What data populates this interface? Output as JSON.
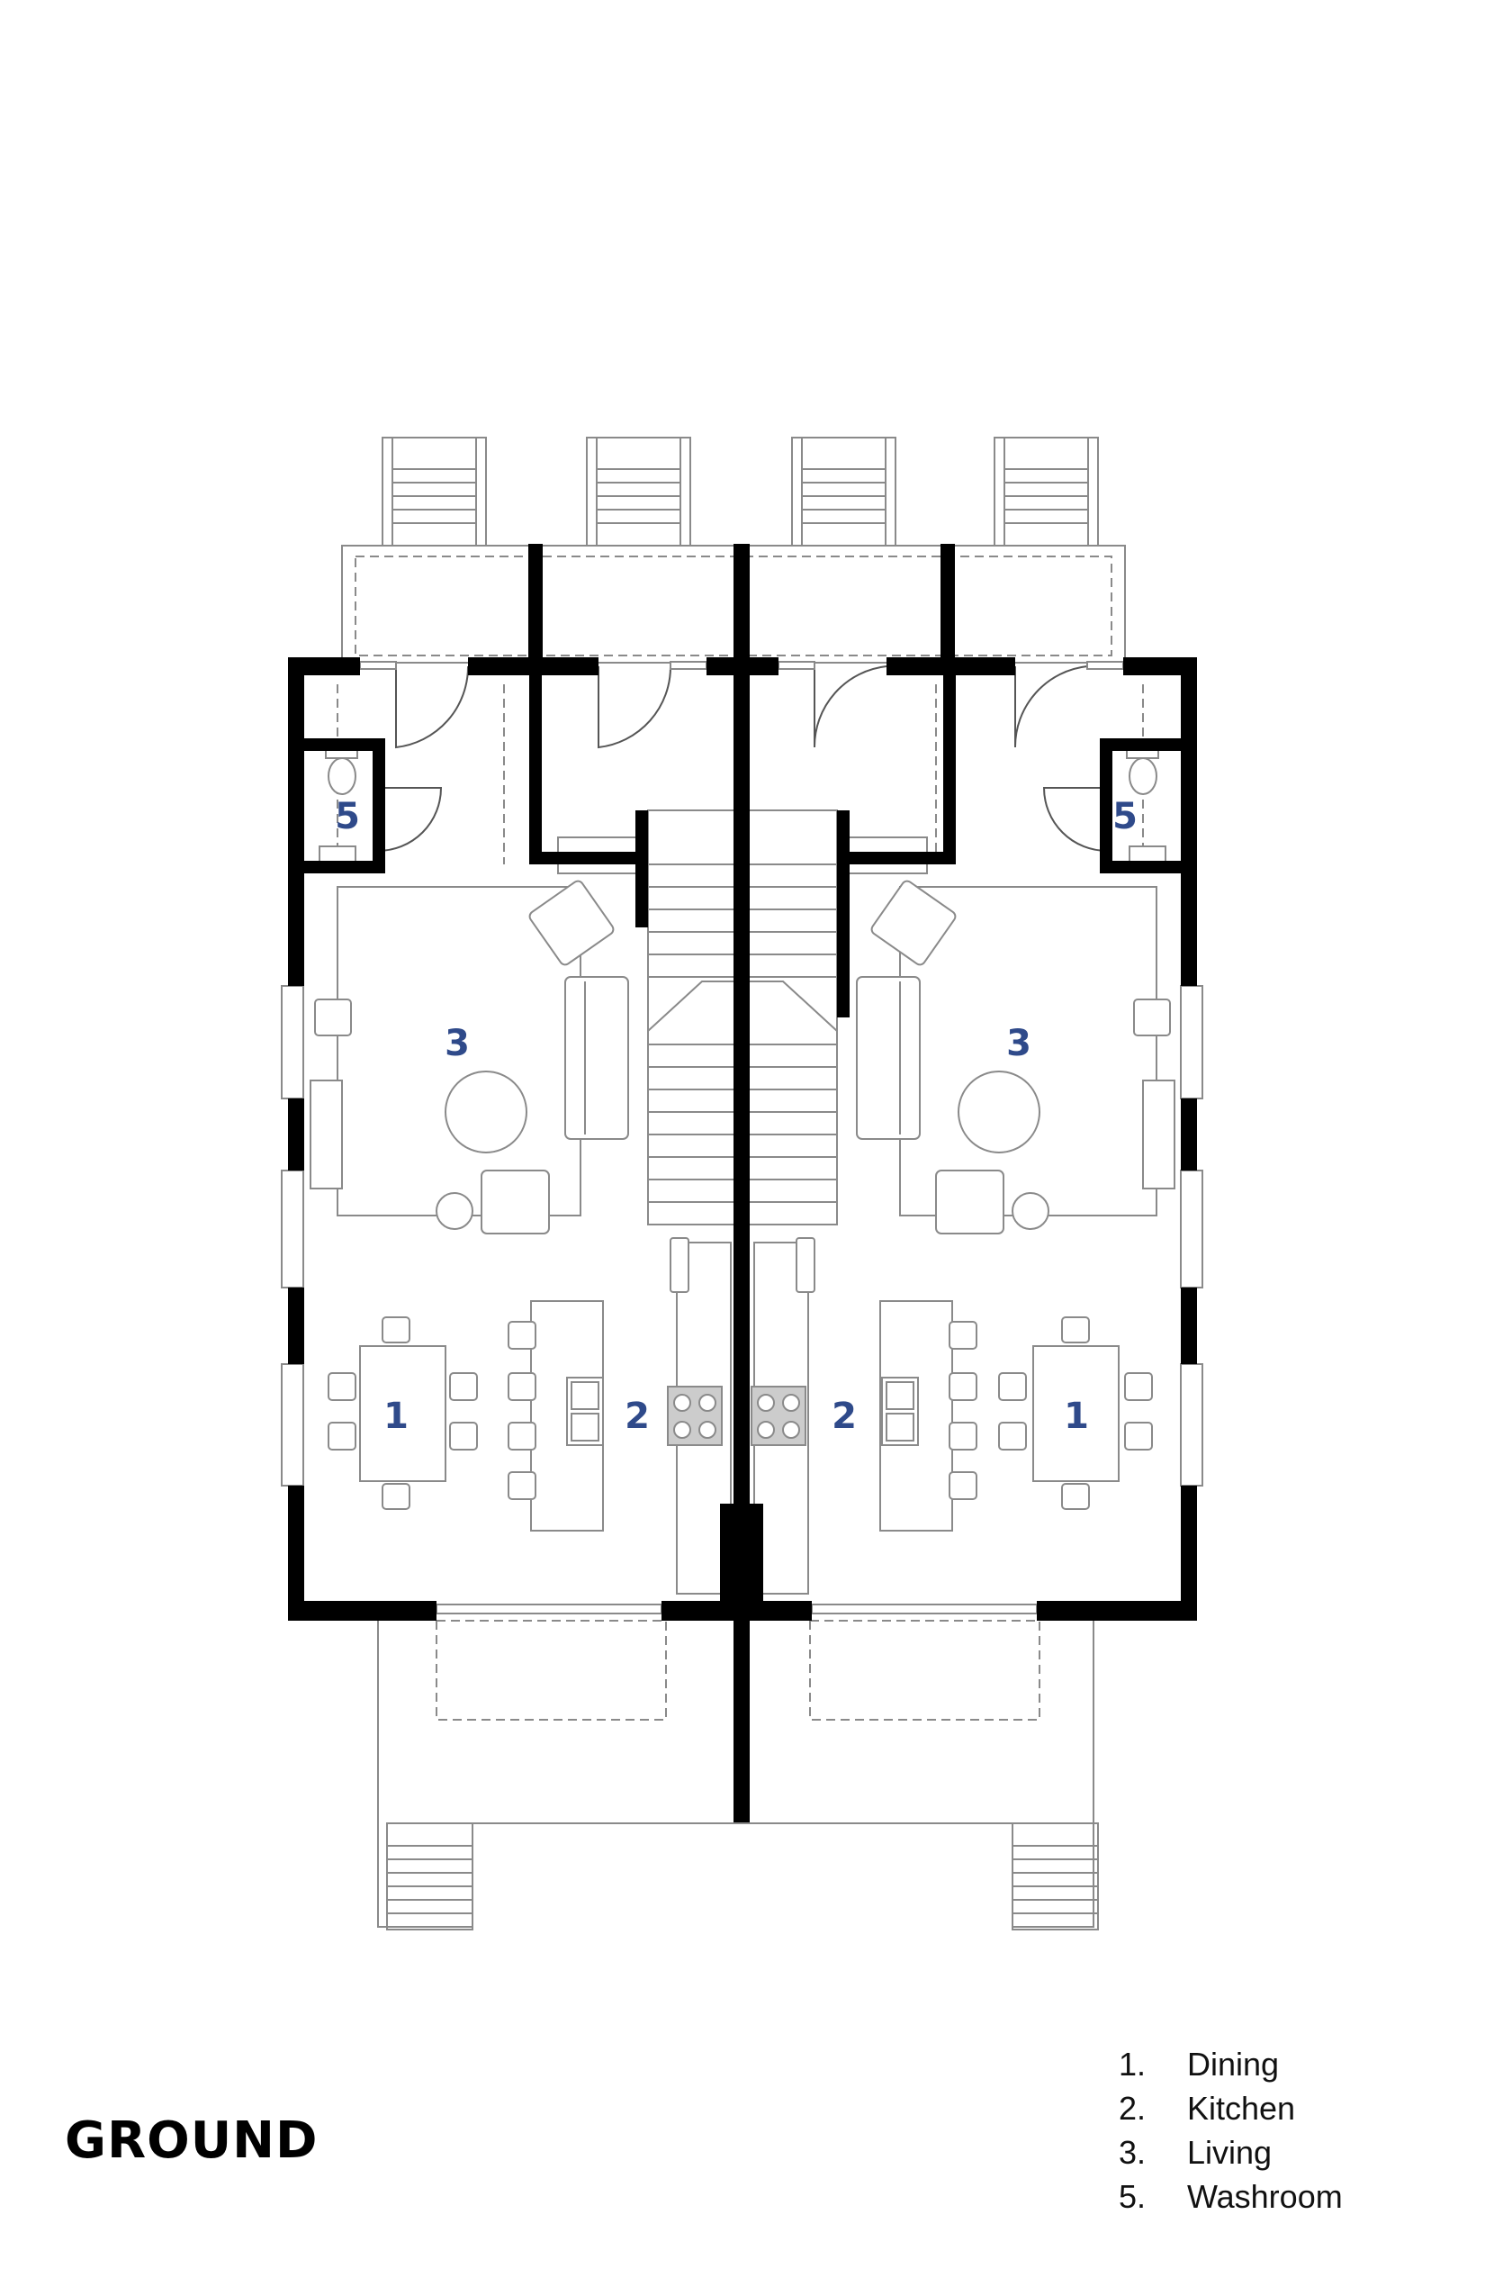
{
  "title": "GROUND",
  "rooms": {
    "dining_left": "1",
    "kitchen_left": "2",
    "living_left": "3",
    "washroom_left": "5",
    "dining_right": "1",
    "kitchen_right": "2",
    "living_right": "3",
    "washroom_right": "5"
  },
  "legend": [
    {
      "num": "1.",
      "label": "Dining"
    },
    {
      "num": "2.",
      "label": "Kitchen"
    },
    {
      "num": "3.",
      "label": "Living"
    },
    {
      "num": "5.",
      "label": "Washroom"
    }
  ],
  "colors": {
    "wall": "#000000",
    "line": "#8a8a8a",
    "room_label": "#2f4a8a"
  }
}
